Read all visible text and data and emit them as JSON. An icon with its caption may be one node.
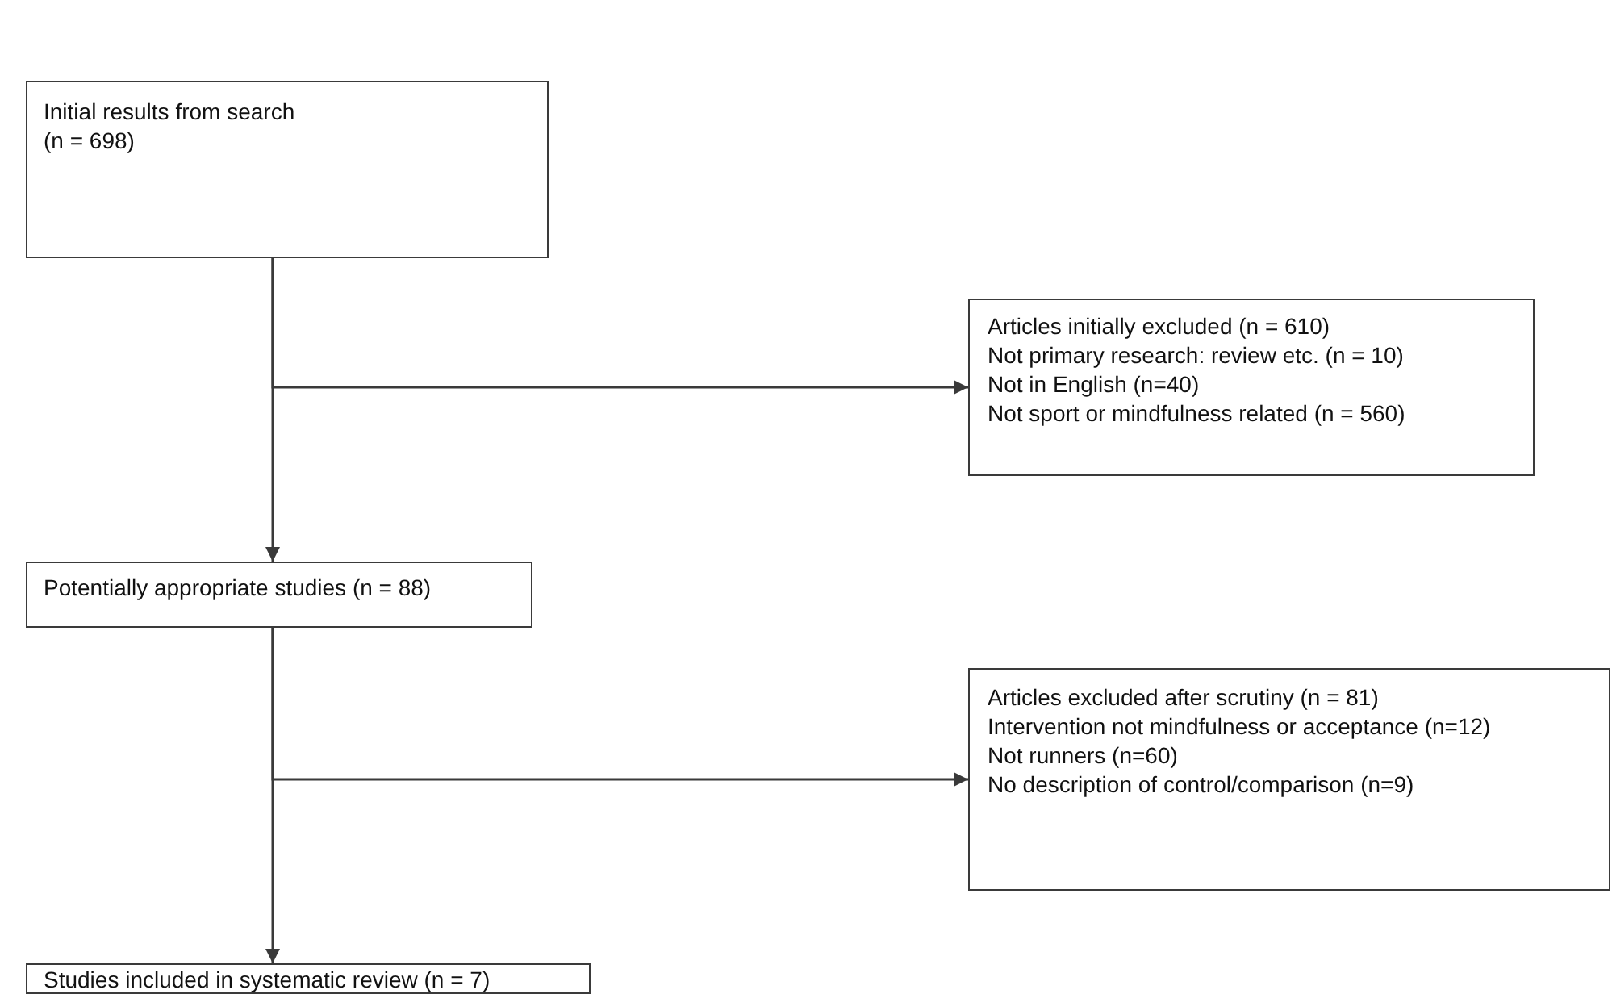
{
  "diagram": {
    "nodes": [
      {
        "text": [
          "Initial results from search",
          "(n = 698)"
        ]
      },
      {
        "text": [
          "Articles initially excluded (n = 610)",
          "Not primary research: review etc. (n = 10)",
          "Not in English (n=40)",
          "Not sport or mindfulness related (n = 560)"
        ]
      },
      {
        "text": [
          "Potentially appropriate studies (n = 88)"
        ]
      },
      {
        "text": [
          "Articles excluded after scrutiny (n = 81)",
          "Intervention not mindfulness or acceptance (n=12)",
          "Not runners (n=60)",
          "No description of control/comparison (n=9)"
        ]
      },
      {
        "text": [
          "Studies included in systematic review (n = 7)"
        ]
      }
    ],
    "edges": [
      {
        "from": 0,
        "to": 2,
        "arrow": "to"
      },
      {
        "from": 0,
        "to": 1,
        "arrow": "to"
      },
      {
        "from": 2,
        "to": 4,
        "arrow": "to"
      },
      {
        "from": 2,
        "to": 3,
        "arrow": "to"
      }
    ]
  }
}
